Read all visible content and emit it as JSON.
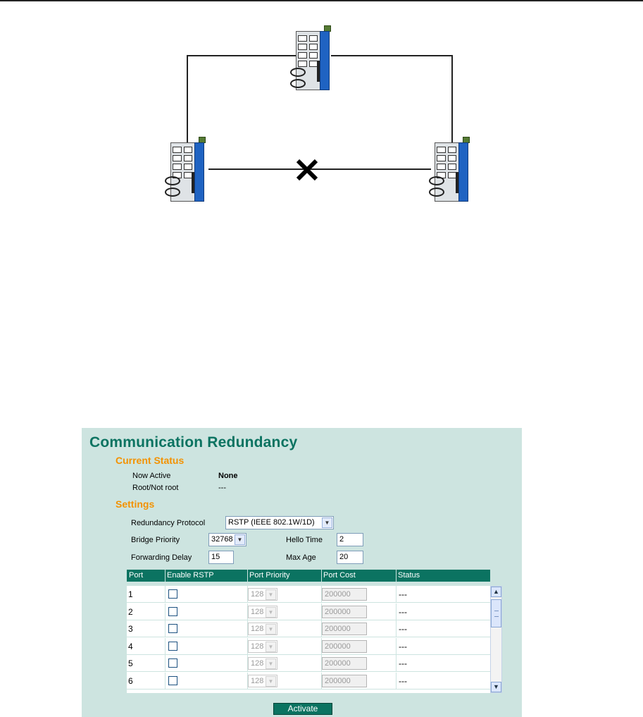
{
  "panel": {
    "title": "Communication Redundancy",
    "current_status": {
      "heading": "Current Status",
      "now_active_label": "Now Active",
      "now_active_value": "None",
      "root_label": "Root/Not root",
      "root_value": "---"
    },
    "settings": {
      "heading": "Settings",
      "protocol_label": "Redundancy Protocol",
      "protocol_value": "RSTP (IEEE 802.1W/1D)",
      "bridge_priority_label": "Bridge Priority",
      "bridge_priority_value": "32768",
      "hello_time_label": "Hello Time",
      "hello_time_value": "2",
      "forwarding_delay_label": "Forwarding Delay",
      "forwarding_delay_value": "15",
      "max_age_label": "Max Age",
      "max_age_value": "20"
    },
    "table": {
      "headers": [
        "Port",
        "Enable RSTP",
        "Port Priority",
        "Port Cost",
        "Status"
      ],
      "rows": [
        {
          "port": "1",
          "priority": "128",
          "cost": "200000",
          "status": "---"
        },
        {
          "port": "2",
          "priority": "128",
          "cost": "200000",
          "status": "---"
        },
        {
          "port": "3",
          "priority": "128",
          "cost": "200000",
          "status": "---"
        },
        {
          "port": "4",
          "priority": "128",
          "cost": "200000",
          "status": "---"
        },
        {
          "port": "5",
          "priority": "128",
          "cost": "200000",
          "status": "---"
        },
        {
          "port": "6",
          "priority": "128",
          "cost": "200000",
          "status": "---"
        }
      ]
    },
    "activate_label": "Activate"
  },
  "colors": {
    "panel_bg": "#cde4e0",
    "title_green": "#0b7361",
    "section_orange": "#f39200",
    "header_bg": "#0b7361"
  }
}
